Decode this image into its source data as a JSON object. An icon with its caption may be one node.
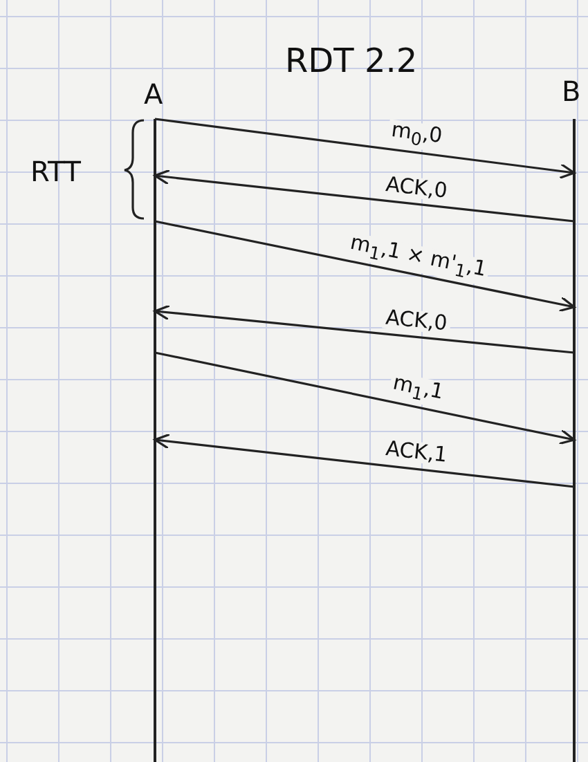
{
  "diagram": {
    "title": "RDT 2.2",
    "nodes": [
      {
        "text": [
          "A"
        ]
      },
      {
        "text": [
          "B"
        ]
      }
    ],
    "edges": [
      {
        "from": 0,
        "to": 1,
        "arrow": "to",
        "label": "m$_{0}$,0"
      },
      {
        "from": 1,
        "to": 0,
        "arrow": "to",
        "label": "ACK,0"
      },
      {
        "from": 0,
        "to": 1,
        "arrow": "to",
        "label": "m$_{1}$,1 × m'$_{1}$,1"
      },
      {
        "from": 1,
        "to": 0,
        "arrow": "to",
        "label": "ACK,0"
      },
      {
        "from": 0,
        "to": 1,
        "arrow": "to",
        "label": "m$_{1}$,1"
      },
      {
        "from": 1,
        "to": 0,
        "arrow": "to",
        "label": "ACK,1"
      }
    ],
    "labels": [
      "RTT"
    ]
  }
}
